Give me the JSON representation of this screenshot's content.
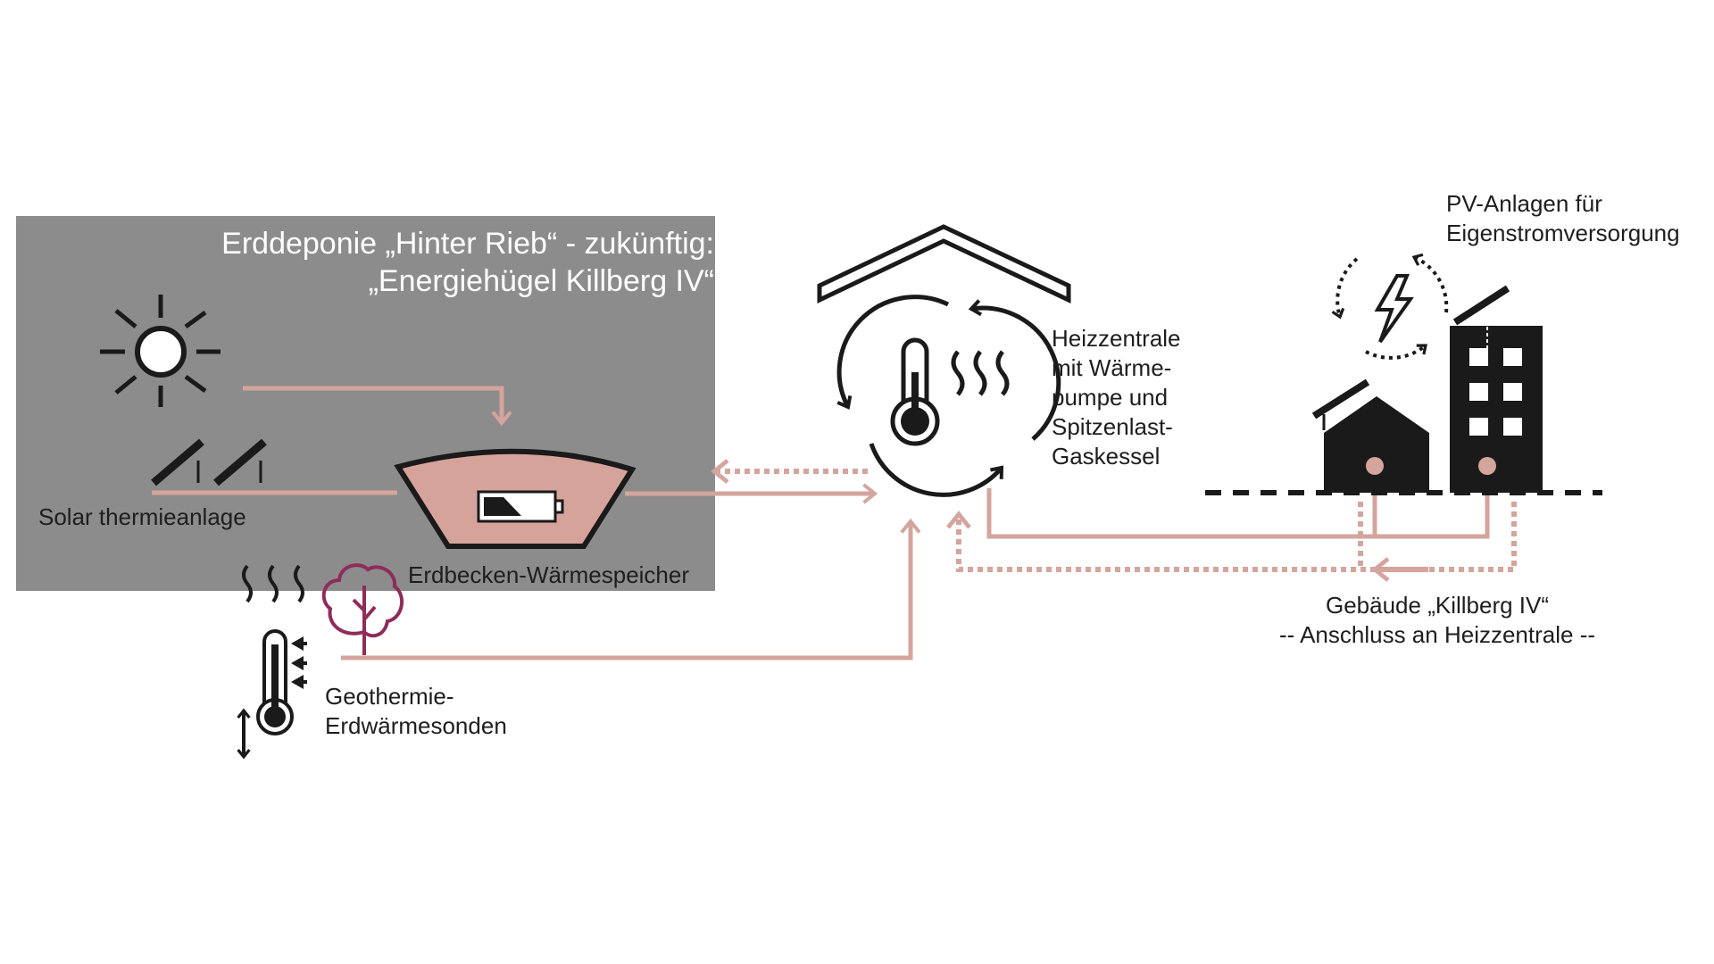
{
  "landfill": {
    "title_line1": "Erddeponie „Hinter Rieb“ - zukünftig:",
    "title_line2": "„Energiehügel Killberg IV“"
  },
  "labels": {
    "solar": "Solar thermieanlage",
    "storage": "Erdbecken-Wärmespeicher",
    "geothermal_line1": "Geothermie-",
    "geothermal_line2": "Erdwärmesonden",
    "heating_center_lines": [
      "Heizzentrale",
      "mit Wärme-",
      "pumpe und",
      "Spitzenlast-",
      "Gaskessel"
    ],
    "pv_line1": "PV-Anlagen für",
    "pv_line2": "Eigenstromversorgung",
    "buildings_line1": "Gebäude „Killberg IV“",
    "buildings_line2": "-- Anschluss an Heizzentrale --"
  },
  "colors": {
    "landfill_panel": "#8c8c8c",
    "pipe": "#d4a59d",
    "storage_fill": "#d6a39b",
    "tree": "#8e2c5a",
    "icon": "#1a1a1a"
  },
  "icons": [
    "sun-icon",
    "solar-panel-icon",
    "battery-icon",
    "heat-waves-icon",
    "thermometer-icon",
    "tree-icon",
    "up-down-arrow-icon",
    "roof-icon",
    "cycle-arrows-icon",
    "lightning-icon",
    "house-icon",
    "apartment-building-icon"
  ]
}
